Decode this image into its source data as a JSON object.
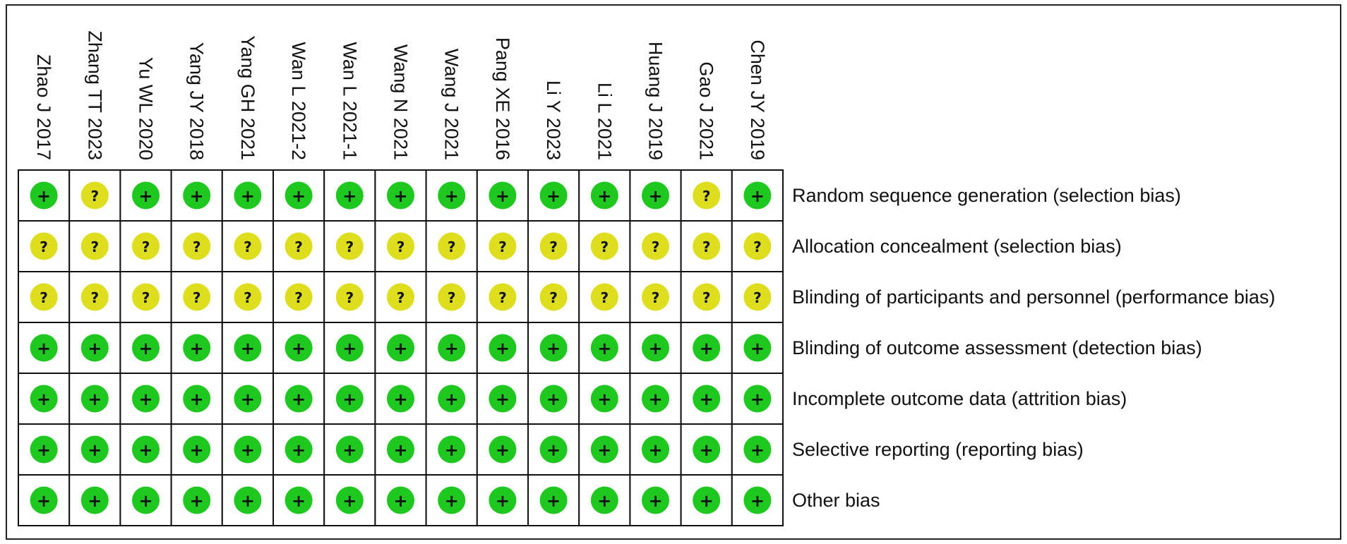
{
  "chart_data": {
    "type": "table",
    "studies": [
      "Zhao J 2017",
      "Zhang TT 2023",
      "Yu WL 2020",
      "Yang JY 2018",
      "Yang GH 2021",
      "Wan L 2021-2",
      "Wan L 2021-1",
      "Wang N 2021",
      "Wang J 2021",
      "Pang XE 2016",
      "Li Y 2023",
      "Li L 2021",
      "Huang J 2019",
      "Gao J 2021",
      "Chen JY 2019"
    ],
    "domains": [
      "Random sequence generation (selection bias)",
      "Allocation concealment (selection bias)",
      "Blinding of participants and personnel (performance bias)",
      "Blinding of outcome assessment (detection bias)",
      "Incomplete outcome data (attrition bias)",
      "Selective reporting (reporting bias)",
      "Other bias"
    ],
    "judgements": [
      [
        "+",
        "?",
        "+",
        "+",
        "+",
        "+",
        "+",
        "+",
        "+",
        "+",
        "+",
        "+",
        "+",
        "?",
        "+"
      ],
      [
        "?",
        "?",
        "?",
        "?",
        "?",
        "?",
        "?",
        "?",
        "?",
        "?",
        "?",
        "?",
        "?",
        "?",
        "?"
      ],
      [
        "?",
        "?",
        "?",
        "?",
        "?",
        "?",
        "?",
        "?",
        "?",
        "?",
        "?",
        "?",
        "?",
        "?",
        "?"
      ],
      [
        "+",
        "+",
        "+",
        "+",
        "+",
        "+",
        "+",
        "+",
        "+",
        "+",
        "+",
        "+",
        "+",
        "+",
        "+"
      ],
      [
        "+",
        "+",
        "+",
        "+",
        "+",
        "+",
        "+",
        "+",
        "+",
        "+",
        "+",
        "+",
        "+",
        "+",
        "+"
      ],
      [
        "+",
        "+",
        "+",
        "+",
        "+",
        "+",
        "+",
        "+",
        "+",
        "+",
        "+",
        "+",
        "+",
        "+",
        "+"
      ],
      [
        "+",
        "+",
        "+",
        "+",
        "+",
        "+",
        "+",
        "+",
        "+",
        "+",
        "+",
        "+",
        "+",
        "+",
        "+"
      ]
    ],
    "colors": {
      "low_risk": "#1ec81e",
      "unclear_risk": "#dede1e"
    }
  }
}
